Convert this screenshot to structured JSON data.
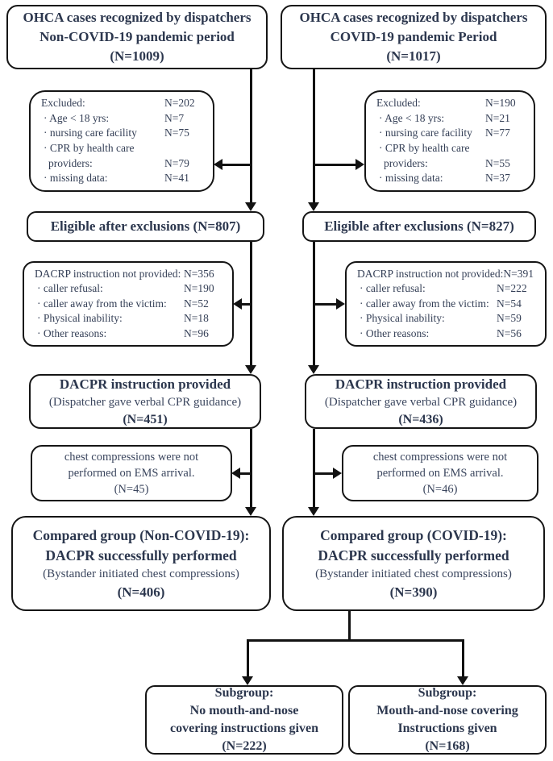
{
  "left_column": {
    "top_box": {
      "line1": "OHCA cases recognized by dispatchers",
      "line2": "Non-COVID-19 pandemic period",
      "line3": "(N=1009)"
    },
    "excluded_box": {
      "rows": [
        {
          "label": "Excluded:",
          "value": "N=202"
        },
        {
          "label": "· Age < 18 yrs:",
          "value": "N=7"
        },
        {
          "label": "· nursing care facility",
          "value": "N=75"
        },
        {
          "label": "· CPR by health care",
          "value": ""
        },
        {
          "label": "providers:",
          "value": "N=79"
        },
        {
          "label": "· missing data:",
          "value": "N=41"
        }
      ]
    },
    "eligible_box": {
      "text": "Eligible after exclusions (N=807)"
    },
    "not_provided_box": {
      "rows": [
        {
          "label": "DACRP instruction not provided:",
          "value": "N=356"
        },
        {
          "label": "· caller refusal:",
          "value": "N=190"
        },
        {
          "label": "· caller away from the victim:",
          "value": "N=52"
        },
        {
          "label": "· Physical inability:",
          "value": "N=18"
        },
        {
          "label": "· Other reasons:",
          "value": "N=96"
        }
      ]
    },
    "provided_box": {
      "line1": "DACPR instruction provided",
      "line2": "(Dispatcher gave verbal CPR guidance)",
      "line3": "(N=451)"
    },
    "not_performed_box": {
      "line1": "chest compressions were not",
      "line2": "performed on EMS arrival.",
      "line3": "(N=45)"
    },
    "compared_box": {
      "line1": "Compared group (Non-COVID-19):",
      "line2": "DACPR successfully performed",
      "line3": "(Bystander initiated chest compressions)",
      "line4": "(N=406)"
    }
  },
  "right_column": {
    "top_box": {
      "line1": "OHCA cases recognized by dispatchers",
      "line2": "COVID-19 pandemic Period",
      "line3": "(N=1017)"
    },
    "excluded_box": {
      "rows": [
        {
          "label": "Excluded:",
          "value": "N=190"
        },
        {
          "label": "· Age < 18 yrs:",
          "value": "N=21"
        },
        {
          "label": "· nursing care facility",
          "value": "N=77"
        },
        {
          "label": "· CPR by health care",
          "value": ""
        },
        {
          "label": "providers:",
          "value": "N=55"
        },
        {
          "label": "· missing data:",
          "value": "N=37"
        }
      ]
    },
    "eligible_box": {
      "text": "Eligible after exclusions (N=827)"
    },
    "not_provided_box": {
      "rows": [
        {
          "label": "DACRP instruction not provided:",
          "value": "N=391"
        },
        {
          "label": "· caller refusal:",
          "value": "N=222"
        },
        {
          "label": "· caller away from the victim:",
          "value": "N=54"
        },
        {
          "label": "· Physical inability:",
          "value": "N=59"
        },
        {
          "label": "· Other reasons:",
          "value": "N=56"
        }
      ]
    },
    "provided_box": {
      "line1": "DACPR instruction provided",
      "line2": "(Dispatcher gave verbal CPR guidance)",
      "line3": "(N=436)"
    },
    "not_performed_box": {
      "line1": "chest compressions were not",
      "line2": "performed on EMS arrival.",
      "line3": "(N=46)"
    },
    "compared_box": {
      "line1": "Compared group (COVID-19):",
      "line2": "DACPR successfully performed",
      "line3": "(Bystander initiated chest compressions)",
      "line4": "(N=390)"
    }
  },
  "subgroups": {
    "no_covering_box": {
      "line1": "Subgroup:",
      "line2": "No mouth-and-nose",
      "line3": "covering instructions given",
      "line4": "(N=222)"
    },
    "covering_box": {
      "line1": "Subgroup:",
      "line2": "Mouth-and-nose covering",
      "line3": "Instructions given",
      "line4": "(N=168)"
    }
  },
  "colors": {
    "heading_text": "#2c374e",
    "body_text": "#3b465e",
    "line": "#121212",
    "border": "#151515",
    "background": "#ffffff"
  }
}
